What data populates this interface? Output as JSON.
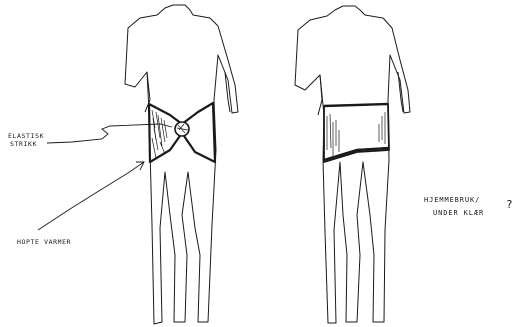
{
  "labels": {
    "elastic_line1": "ELASTISK",
    "elastic_line2": "STRIKK",
    "hip_warmer": "HOPTE VARMER",
    "home_use_line1": "HJEMMEBRUK/",
    "home_use_line2": "UNDER KLÆR",
    "question_mark": "?"
  },
  "colors": {
    "ink": "#1a1a1a",
    "paper": "#ffffff"
  }
}
